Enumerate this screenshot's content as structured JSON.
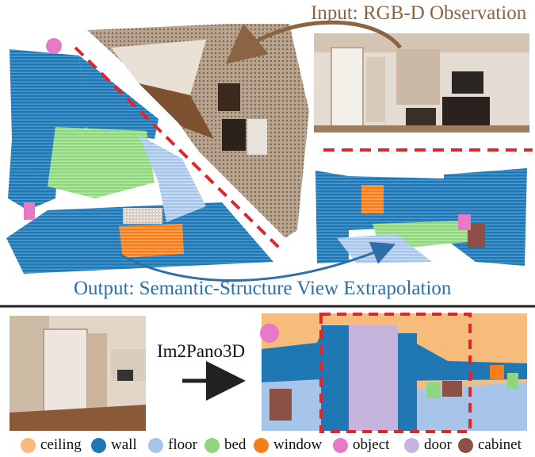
{
  "top": {
    "input_caption": "Input: RGB-D Observation",
    "output_caption": "Output: Semantic-Structure View Extrapolation",
    "input_color": "#8a6443",
    "output_color": "#2f6fa6",
    "accent_red": "#e0262a"
  },
  "bottom": {
    "method_label": "Im2Pano3D"
  },
  "legend": [
    {
      "label": "ceiling",
      "color": "#f7bb7c"
    },
    {
      "label": "wall",
      "color": "#1f78b4"
    },
    {
      "label": "floor",
      "color": "#a6c5e8"
    },
    {
      "label": "bed",
      "color": "#8fd77e"
    },
    {
      "label": "window",
      "color": "#f57e1c"
    },
    {
      "label": "object",
      "color": "#e879c7"
    },
    {
      "label": "door",
      "color": "#c7b4de"
    },
    {
      "label": "cabinet",
      "color": "#8c5045"
    }
  ]
}
